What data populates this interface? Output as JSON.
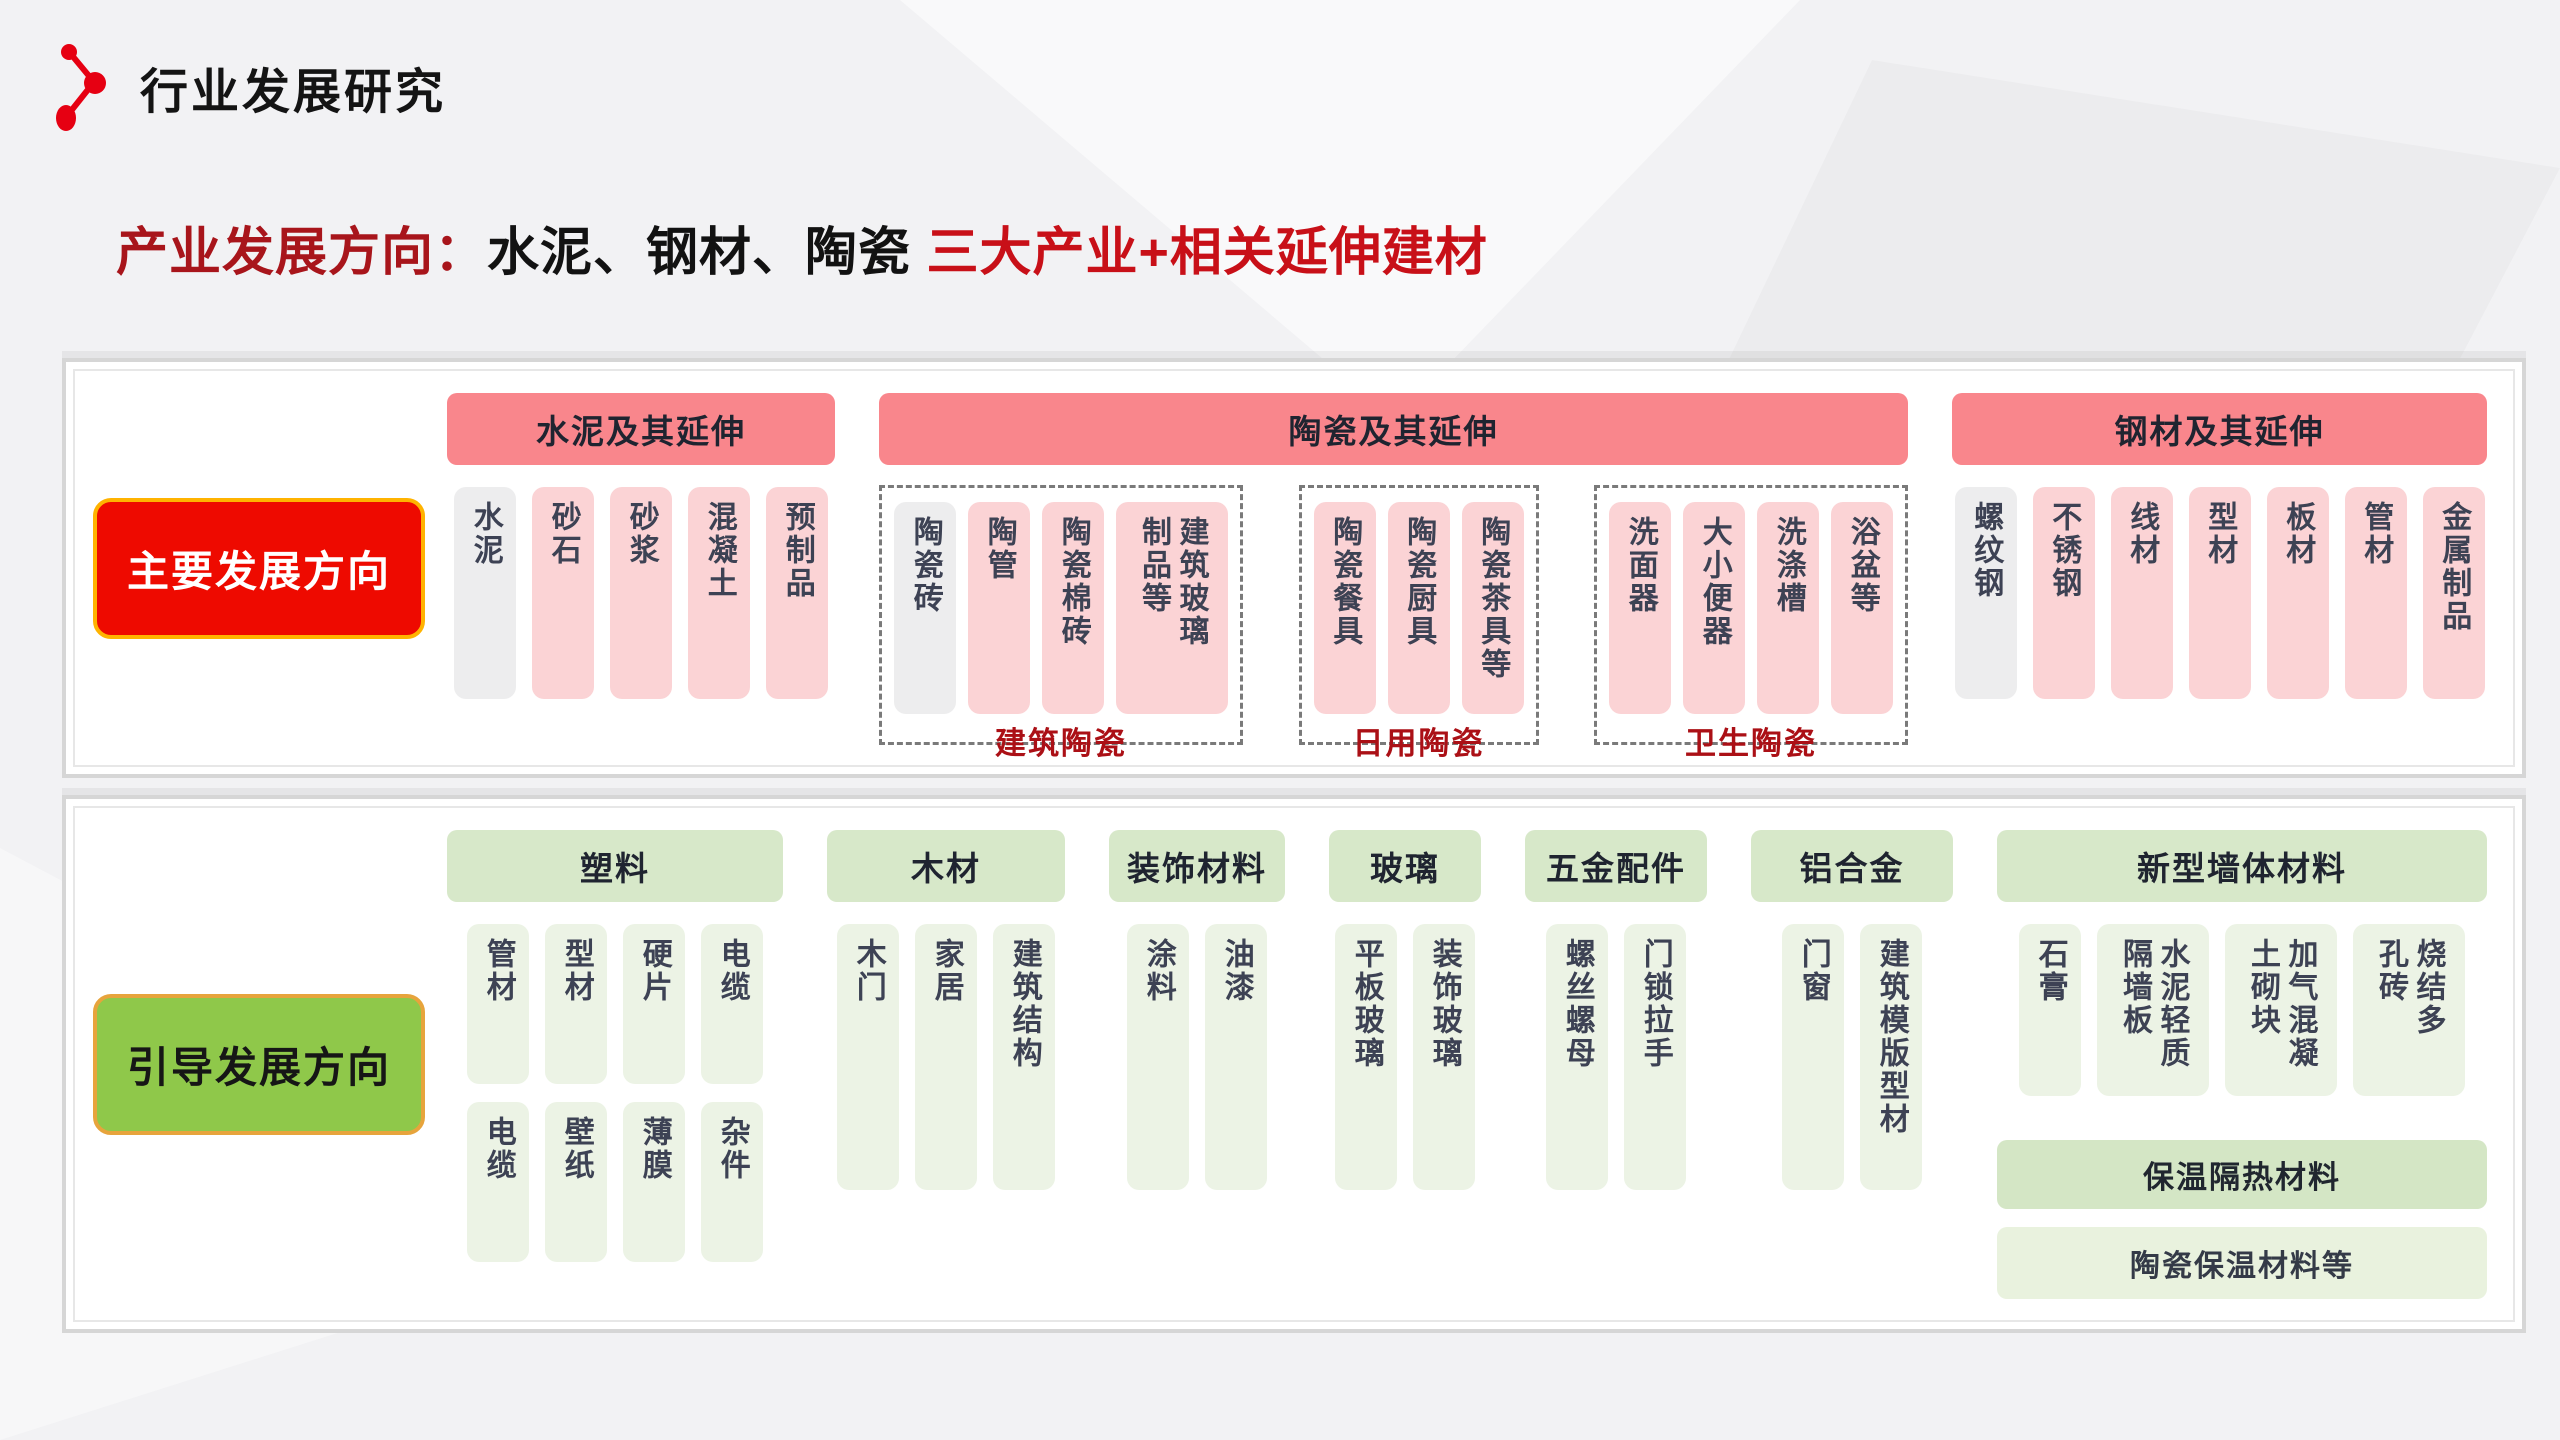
{
  "page": {
    "title": "行业发展研究",
    "subtitle_prefix": "产业发展方向：",
    "subtitle_black": "水泥、钢材、陶瓷 ",
    "subtitle_red": "三大产业+相关延伸建材"
  },
  "colors": {
    "pink_header": "#f9868c",
    "pink_item": "#fbd3d5",
    "gray_item": "#ededee",
    "green_header": "#d7e8c9",
    "green_item": "#ecf3e5",
    "red_button": "#ee0a00",
    "red_button_border": "#ffb300",
    "green_button": "#8fc84a",
    "green_button_border": "#e7a43c",
    "group_label_red": "#ab1016",
    "subtitle_dark_red": "#a8151b",
    "subtitle_bright_red": "#c81018"
  },
  "panel1": {
    "button": "主要发展方向",
    "sections": [
      {
        "header": "水泥及其延伸",
        "items": [
          {
            "text": "水泥",
            "gray": true
          },
          {
            "text": "砂石"
          },
          {
            "text": "砂浆"
          },
          {
            "text": "混凝土"
          },
          {
            "text": "预制品"
          }
        ]
      },
      {
        "header": "陶瓷及其延伸",
        "groups": [
          {
            "label": "建筑陶瓷",
            "items": [
              {
                "text": "陶瓷砖",
                "gray": true
              },
              {
                "text": "陶管"
              },
              {
                "text": "陶瓷棉砖"
              },
              {
                "text": "建筑玻璃\n制品等"
              }
            ]
          },
          {
            "label": "日用陶瓷",
            "items": [
              {
                "text": "陶瓷餐具"
              },
              {
                "text": "陶瓷厨具"
              },
              {
                "text": "陶瓷茶具等"
              }
            ]
          },
          {
            "label": "卫生陶瓷",
            "items": [
              {
                "text": "洗面器"
              },
              {
                "text": "大小便器"
              },
              {
                "text": "洗涤槽"
              },
              {
                "text": "浴盆等"
              }
            ]
          }
        ]
      },
      {
        "header": "钢材及其延伸",
        "items": [
          {
            "text": "螺纹钢",
            "gray": true
          },
          {
            "text": "不锈钢"
          },
          {
            "text": "线材"
          },
          {
            "text": "型材"
          },
          {
            "text": "板材"
          },
          {
            "text": "管材"
          },
          {
            "text": "金属制品"
          }
        ]
      }
    ]
  },
  "panel2": {
    "button": "引导发展方向",
    "sections": [
      {
        "header": "塑料",
        "rows": [
          [
            "管材",
            "型材",
            "硬片",
            "电缆"
          ],
          [
            "电缆",
            "壁纸",
            "薄膜",
            "杂件"
          ]
        ]
      },
      {
        "header": "木材",
        "items": [
          "木门",
          "家居",
          "建筑结构"
        ]
      },
      {
        "header": "装饰材料",
        "items": [
          "涂料",
          "油漆"
        ]
      },
      {
        "header": "玻璃",
        "items": [
          "平板玻璃",
          "装饰玻璃"
        ]
      },
      {
        "header": "五金配件",
        "items": [
          "螺丝螺母",
          "门锁拉手"
        ]
      },
      {
        "header": "铝合金",
        "items": [
          "门窗",
          "建筑模版型材"
        ]
      },
      {
        "header": "新型墙体材料",
        "items": [
          "石膏",
          "水泥轻质\n隔墙板",
          "加气混凝\n土砌块",
          "烧结多\n孔砖"
        ],
        "footer_header": "保温隔热材料",
        "footer_item": "陶瓷保温材料等"
      }
    ]
  }
}
